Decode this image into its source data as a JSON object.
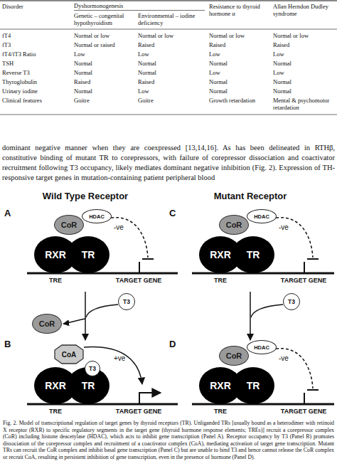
{
  "diagram": {
    "caption": "Fig. 2. Model of transcriptional regulation of target genes by thyroid receptors (TR). Unliganded TRs [usually bound as a heterodimer with retinoid X receptor (RXR) to specific regulatory segments in the target gene (thyroid hormone response elements; TREs)] recruit a corepressor complex (CoR) including histone deacetylase (HDAC), which acts to inhibit gene transcription (Panel A). Receptor occupancy by T3 (Panel B) promotes dissociation of the corepressor complex and recruitment of a coactivator complex (CoA), mediating activation of target gene transcription. Mutant TRs can recruit the CoR complex and inhibit basal gene transcription (Panel C) but are unable to bind T3 and hence cannot release the CoR complex or recruit CoA, resulting in persistent inhibition of gene transcription, even in the presence of hormone (Panel D).",
    "nodes": [
      {
        "text": [
          "CoR"
        ]
      },
      {
        "text": [
          "HDAC"
        ]
      },
      {
        "text": [
          "RXR"
        ]
      },
      {
        "text": [
          "TR"
        ]
      },
      {
        "text": [
          "CoR"
        ]
      },
      {
        "text": [
          "HDAC"
        ]
      },
      {
        "text": [
          "RXR"
        ]
      },
      {
        "text": [
          "TR"
        ]
      },
      {
        "text": [
          "T3"
        ]
      },
      {
        "text": [
          "CoR"
        ]
      },
      {
        "text": [
          "T3"
        ]
      },
      {
        "text": [
          "CoA"
        ]
      },
      {
        "text": [
          "T3"
        ]
      },
      {
        "text": [
          "RXR"
        ]
      },
      {
        "text": [
          "TR"
        ]
      },
      {
        "text": [
          "CoR"
        ]
      },
      {
        "text": [
          "HDAC"
        ]
      },
      {
        "text": [
          "RXR"
        ]
      },
      {
        "text": [
          "TR"
        ]
      }
    ],
    "labels": [
      "Disorder",
      "Dyshormonogenesis",
      "Genetic – congenital hypothyroidism",
      "Environmental – iodine deficiency",
      "Resistance to thyroid hormone α",
      "Allan Herndon Dudley syndrome",
      "fT4",
      "Normal or low",
      "Normal or low",
      "Normal or low",
      "Normal or low",
      "fT3",
      "Normal or raised",
      "Raised",
      "Raised",
      "Raised",
      "fT4/fT3 Ratio",
      "Low",
      "Low",
      "Low",
      "Low",
      "TSH",
      "Normal",
      "Normal",
      "Normal",
      "Normal",
      "Reverse T3",
      "Normal",
      "Normal",
      "Low",
      "Low",
      "Thyroglobulin",
      "Raised",
      "Raised",
      "Normal",
      "Normal",
      "Urinary iodine",
      "Normal",
      "Low",
      "Normal",
      "Normal",
      "Clinical features",
      "Goitre",
      "Goitre",
      "Growth retardation",
      "Mental & psychomotor retardation",
      "dominant negative manner when they are coexpressed [13,14,16]. As has been delineated in RTHβ, constitutive binding of mutant TR to corepressors, with failure of corepressor dissociation and coactivator recruitment following T3 occupancy, likely mediates dominant negative inhibition (Fig. 2). Expression of TH-responsive target genes in mutation-containing patient peripheral blood",
      "Wild Type Receptor",
      "Mutant Receptor",
      "A",
      "-ve",
      "TRE",
      "TARGET GENE",
      "C",
      "-ve",
      "TRE",
      "TARGET GENE",
      "B",
      "+ve",
      "TRE",
      "TARGET GENE",
      "D",
      "-ve",
      "TRE",
      "TARGET GENE"
    ]
  }
}
